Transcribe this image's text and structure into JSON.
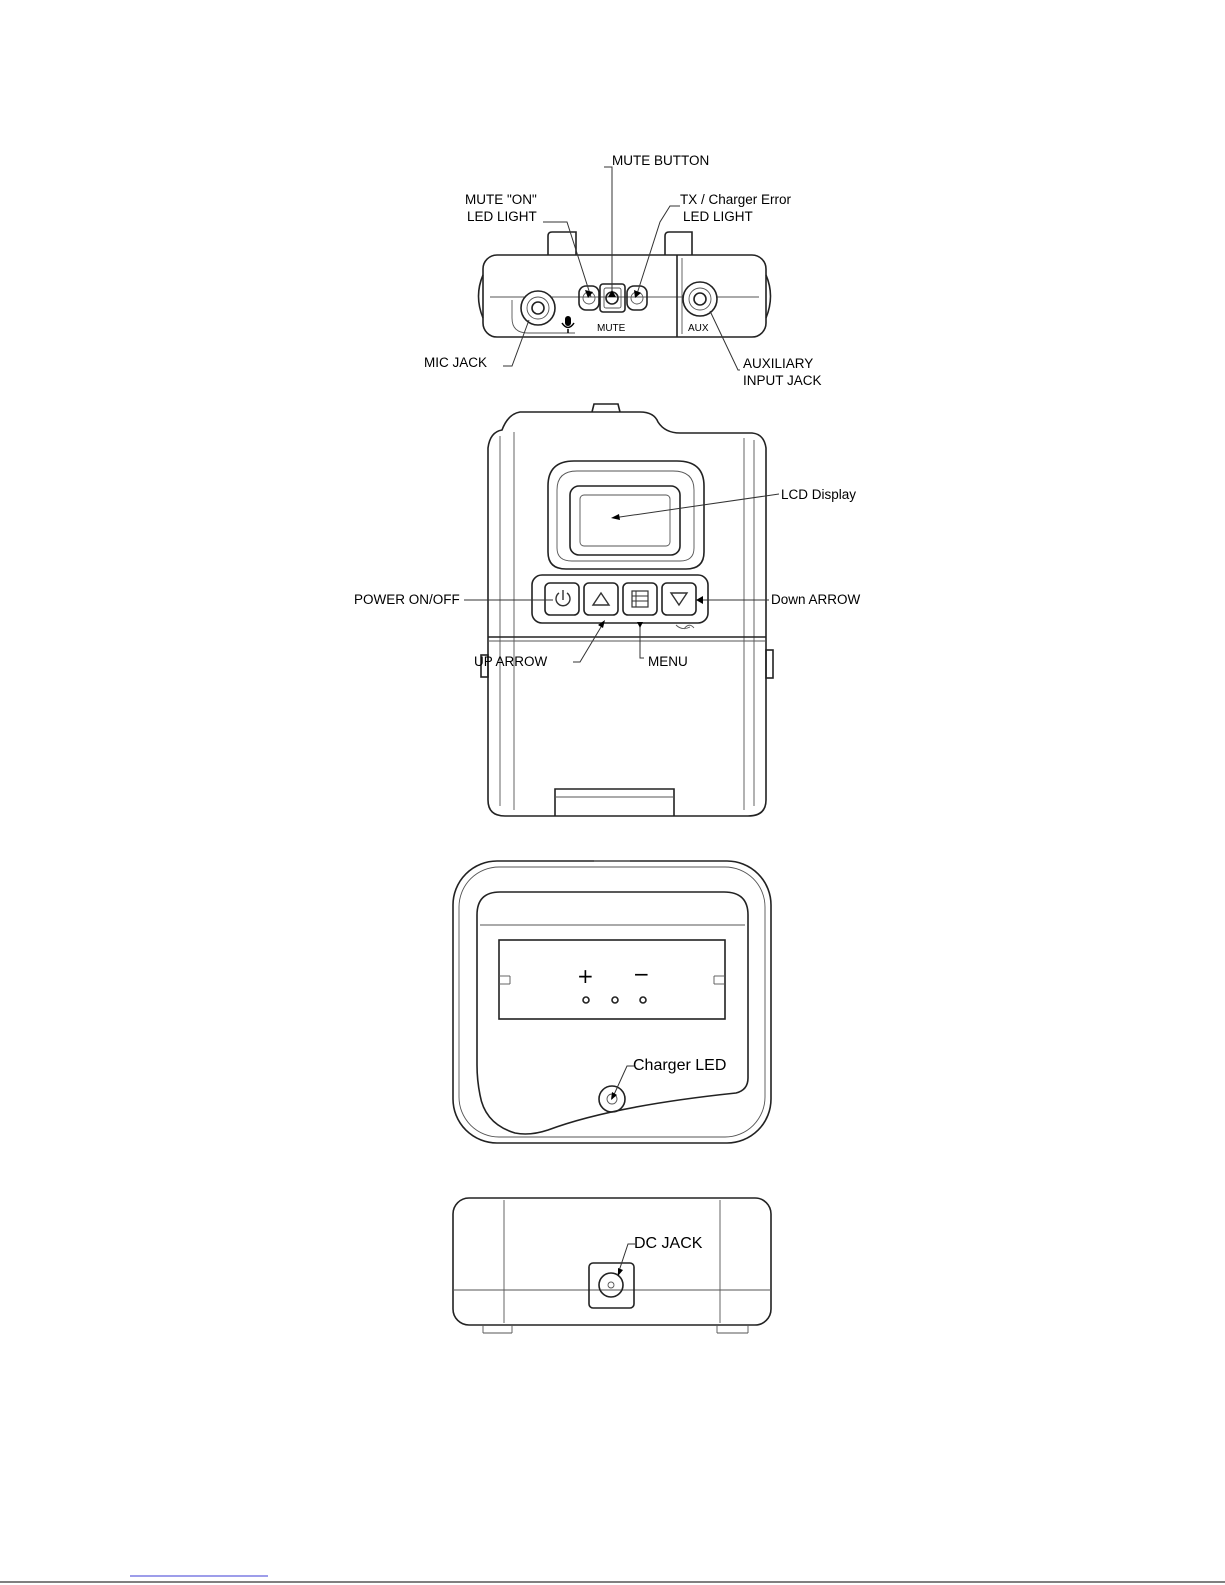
{
  "labels": {
    "mute_button": "MUTE BUTTON",
    "mute_on_led_1": "MUTE \"ON\"",
    "mute_on_led_2": "LED LIGHT",
    "tx_error_1": "TX / Charger Error",
    "tx_error_2": "LED LIGHT",
    "mic_jack": "MIC JACK",
    "aux_input_1": "AUXILIARY",
    "aux_input_2": "INPUT JACK",
    "lcd_display": "LCD Display",
    "power": "POWER ON/OFF",
    "down_arrow": "Down ARROW",
    "up_arrow": "UP ARROW",
    "menu": "MENU",
    "charger_led": "Charger LED",
    "dc_jack": "DC JACK"
  },
  "device_markings": {
    "mute": "MUTE",
    "aux": "AUX",
    "plus": "+",
    "minus": "−"
  },
  "icons": [
    "mic-icon",
    "power-icon",
    "up-triangle-icon",
    "menu-lines-icon",
    "down-triangle-icon"
  ]
}
